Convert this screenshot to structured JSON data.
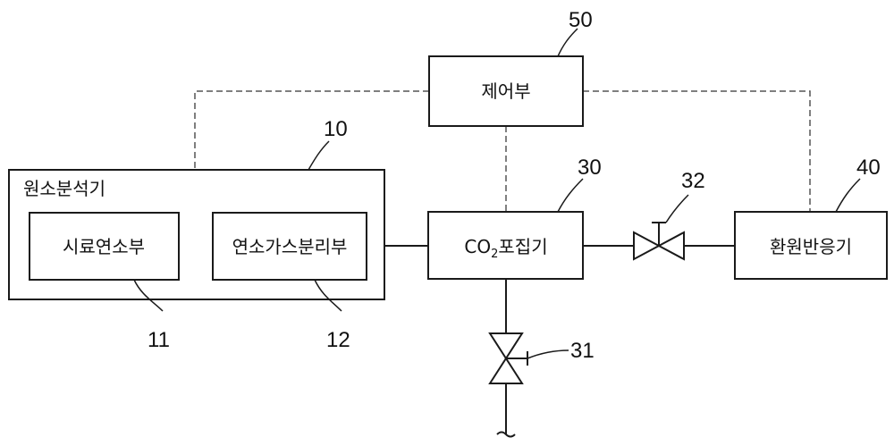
{
  "nodes": {
    "control": {
      "label": "제어부",
      "ref": "50"
    },
    "analyzer": {
      "label": "원소분석기",
      "ref": "10"
    },
    "sample_combustion": {
      "label": "시료연소부",
      "ref": "11"
    },
    "gas_separation": {
      "label": "연소가스분리부",
      "ref": "12"
    },
    "co2_capture": {
      "label_prefix": "CO",
      "label_sub": "2",
      "label_suffix": "포집기",
      "ref": "30"
    },
    "reduction_reactor": {
      "label": "환원반응기",
      "ref": "40"
    }
  },
  "valves": {
    "valve_32": {
      "ref": "32"
    },
    "valve_31": {
      "ref": "31"
    }
  }
}
